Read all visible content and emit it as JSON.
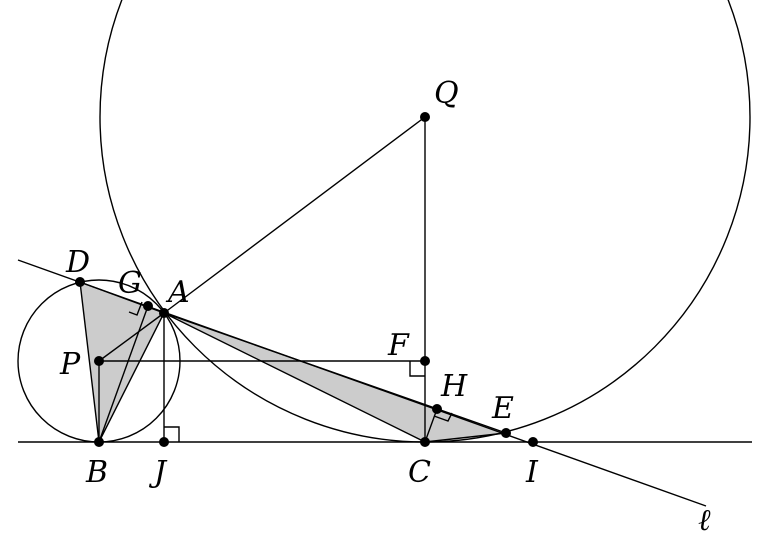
{
  "diagram": {
    "points": [
      {
        "id": "D",
        "label": "D"
      },
      {
        "id": "G",
        "label": "G"
      },
      {
        "id": "A",
        "label": "A"
      },
      {
        "id": "P",
        "label": "P"
      },
      {
        "id": "B",
        "label": "B"
      },
      {
        "id": "J",
        "label": "J"
      },
      {
        "id": "Q",
        "label": "Q"
      },
      {
        "id": "F",
        "label": "F"
      },
      {
        "id": "H",
        "label": "H"
      },
      {
        "id": "C",
        "label": "C"
      },
      {
        "id": "E",
        "label": "E"
      },
      {
        "id": "I",
        "label": "I"
      }
    ],
    "line_label": "ℓ",
    "colors": {
      "shade": "#cccccc",
      "ink": "#000000",
      "background": "#ffffff"
    }
  }
}
